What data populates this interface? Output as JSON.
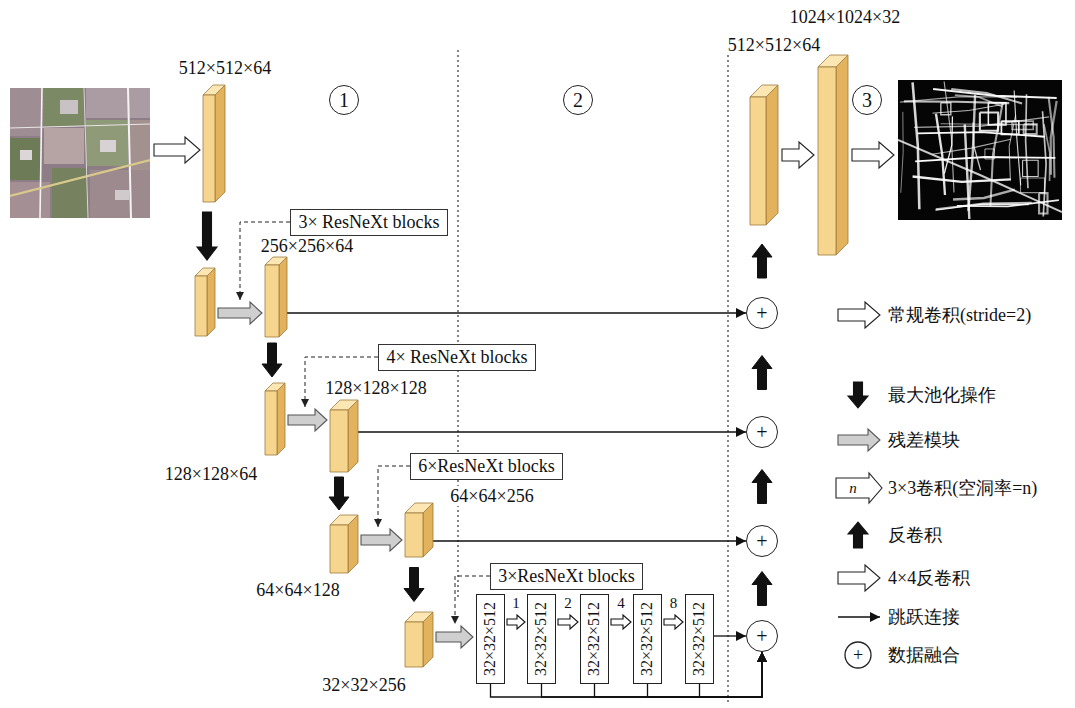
{
  "diagram": {
    "nodes": [
      {
        "text": [
          "1"
        ]
      },
      {
        "text": [
          "2"
        ]
      },
      {
        "text": [
          "3"
        ]
      },
      {
        "text": [
          "512×512×64"
        ]
      },
      {
        "text": [
          "3× ResNeXt blocks"
        ]
      },
      {
        "text": [
          "256×256×64"
        ]
      },
      {
        "text": [
          "4× ResNeXt blocks"
        ]
      },
      {
        "text": [
          "128×128×64"
        ]
      },
      {
        "text": [
          "128×128×128"
        ]
      },
      {
        "text": [
          "6×ResNeXt blocks"
        ]
      },
      {
        "text": [
          "64×64×128"
        ]
      },
      {
        "text": [
          "64×64×256"
        ]
      },
      {
        "text": [
          "3×ResNeXt blocks"
        ]
      },
      {
        "text": [
          "32×32×256"
        ]
      },
      {
        "text": [
          "32×32×512"
        ]
      },
      {
        "text": [
          "32×32×512"
        ]
      },
      {
        "text": [
          "32×32×512"
        ]
      },
      {
        "text": [
          "32×32×512"
        ]
      },
      {
        "text": [
          "32×32×512"
        ]
      },
      {
        "text": [
          "+"
        ]
      },
      {
        "text": [
          "+"
        ]
      },
      {
        "text": [
          "+"
        ]
      },
      {
        "text": [
          "+"
        ]
      },
      {
        "text": [
          "512×512×64"
        ]
      },
      {
        "text": [
          "1024×1024×32"
        ]
      }
    ],
    "edges": [
      {
        "from": 5,
        "to": 19,
        "arrow": "to"
      },
      {
        "from": 5,
        "to": 7,
        "arrow": "to"
      },
      {
        "from": 7,
        "to": 8,
        "arrow": "to"
      },
      {
        "from": 8,
        "to": 20,
        "arrow": "to"
      },
      {
        "from": 8,
        "to": 10,
        "arrow": "to"
      },
      {
        "from": 10,
        "to": 11,
        "arrow": "to"
      },
      {
        "from": 11,
        "to": 21,
        "arrow": "to"
      },
      {
        "from": 11,
        "to": 13,
        "arrow": "to"
      },
      {
        "from": 13,
        "to": 14,
        "arrow": "to"
      },
      {
        "from": 14,
        "to": 15,
        "label": "1",
        "arrow": "to"
      },
      {
        "from": 15,
        "to": 16,
        "label": "2",
        "arrow": "to"
      },
      {
        "from": 16,
        "to": 17,
        "label": "4",
        "arrow": "to"
      },
      {
        "from": 17,
        "to": 18,
        "label": "8",
        "arrow": "to"
      },
      {
        "from": 18,
        "to": 22,
        "arrow": "to"
      },
      {
        "from": 14,
        "to": 22,
        "arrow": "to"
      },
      {
        "from": 15,
        "to": 22,
        "arrow": "to"
      },
      {
        "from": 16,
        "to": 22,
        "arrow": "to"
      },
      {
        "from": 17,
        "to": 22,
        "arrow": "to"
      },
      {
        "from": 18,
        "to": 22,
        "arrow": "to"
      },
      {
        "from": 22,
        "to": 21,
        "arrow": "to"
      },
      {
        "from": 21,
        "to": 20,
        "arrow": "to"
      },
      {
        "from": 20,
        "to": 19,
        "arrow": "to"
      },
      {
        "from": 19,
        "to": 23,
        "arrow": "to"
      },
      {
        "from": 23,
        "to": 24,
        "arrow": "to"
      }
    ],
    "labels": [
      "n",
      "+"
    ],
    "legend": [
      {
        "text": "常规卷积(stride=2)"
      },
      {
        "text": "最大池化操作"
      },
      {
        "text": "残差模块"
      },
      {
        "text": "3×3卷积(空洞率=n)"
      },
      {
        "text": "反卷积"
      },
      {
        "text": "4×4反卷积"
      },
      {
        "text": "跳跃连接"
      },
      {
        "text": "数据融合"
      }
    ]
  }
}
